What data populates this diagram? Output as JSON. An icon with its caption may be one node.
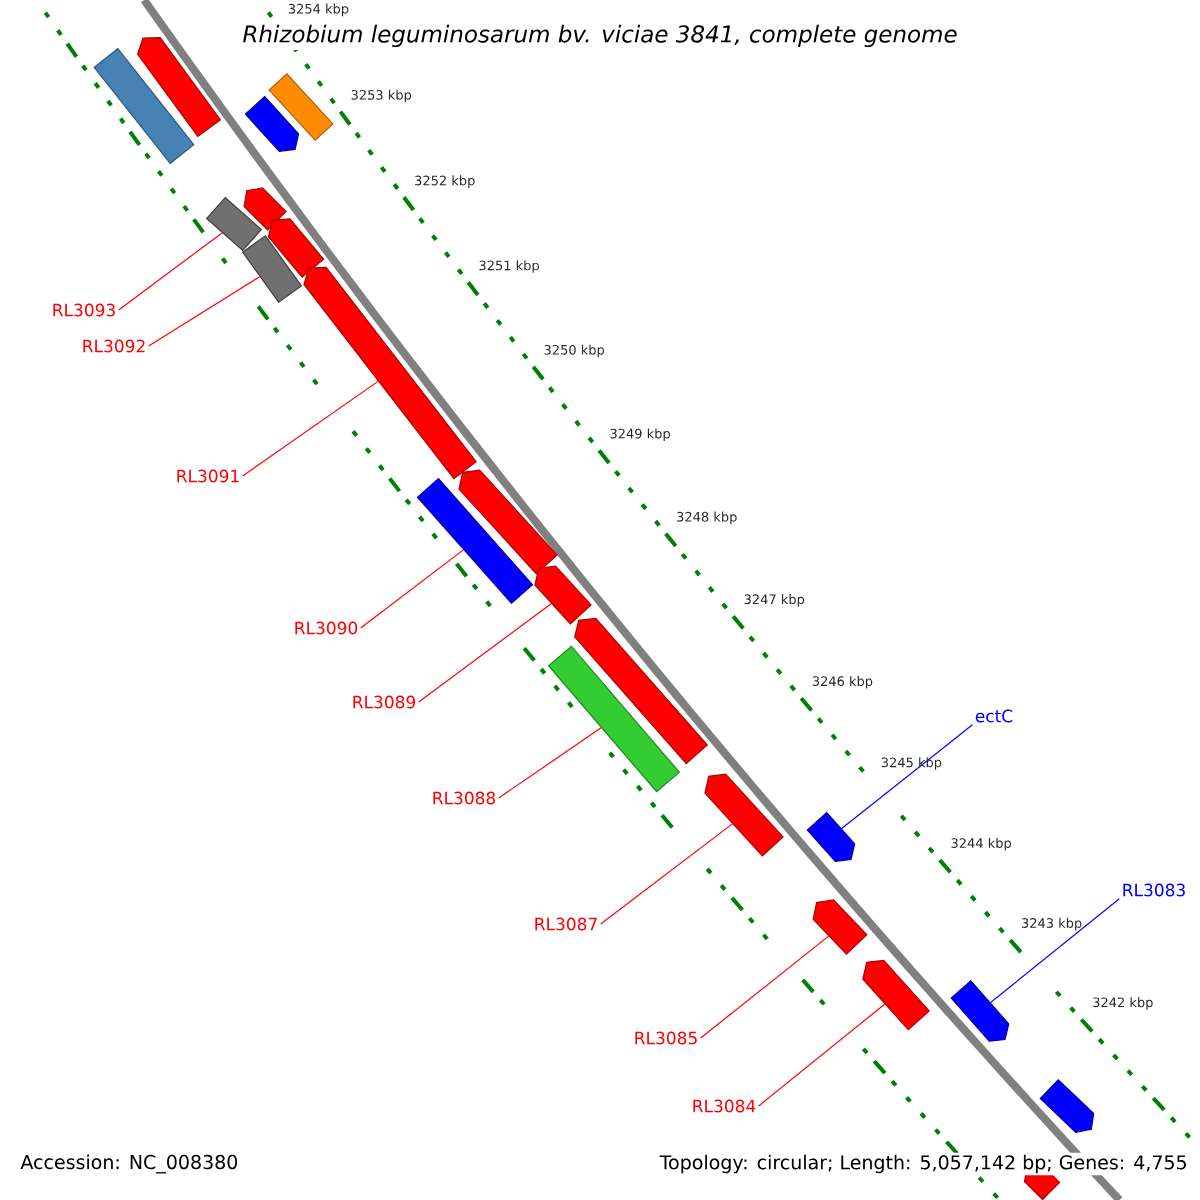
{
  "diagram": {
    "title": "Rhizobium leguminosarum bv. viciae 3841, complete genome",
    "nodes": [
      {
        "text": [],
        "shape": "bar"
      },
      {
        "text": [],
        "shape": "bar"
      },
      {
        "text": [],
        "shape": "bar"
      },
      {
        "text": [],
        "shape": "bar"
      },
      {
        "text": [],
        "shape": "bar"
      },
      {
        "text": [],
        "shape": "bar"
      },
      {
        "text": [],
        "shape": "bar"
      },
      {
        "text": [],
        "shape": "bar"
      },
      {
        "text": [],
        "shape": "bar"
      },
      {
        "text": [],
        "shape": "bar"
      },
      {
        "text": [],
        "shape": "bar"
      },
      {
        "text": [],
        "shape": "bar"
      },
      {
        "text": [],
        "shape": "bar"
      },
      {
        "text": [],
        "shape": "bar"
      },
      {
        "text": [],
        "shape": "bar"
      },
      {
        "text": [],
        "shape": "bar"
      },
      {
        "text": [],
        "shape": "bar"
      },
      {
        "text": [],
        "shape": "bar"
      },
      {
        "text": [],
        "shape": "bar"
      },
      {
        "text": [],
        "shape": "bar"
      },
      {
        "text": [],
        "shape": "bar"
      },
      {
        "text": [
          "RL3093"
        ]
      },
      {
        "text": [
          "RL3092"
        ]
      },
      {
        "text": [
          "RL3091"
        ]
      },
      {
        "text": [
          "RL3090"
        ]
      },
      {
        "text": [
          "RL3089"
        ]
      },
      {
        "text": [
          "ectC"
        ]
      },
      {
        "text": [
          "RL3088"
        ]
      },
      {
        "text": [
          "RL3083"
        ]
      },
      {
        "text": [
          "RL3087"
        ]
      },
      {
        "text": [
          "RL3085"
        ]
      },
      {
        "text": [
          "RL3084"
        ]
      }
    ],
    "edges": [
      {
        "from": 21,
        "to": 5,
        "arrow": "none"
      },
      {
        "from": 22,
        "to": 7,
        "arrow": "none"
      },
      {
        "from": 23,
        "to": 8,
        "arrow": "none"
      },
      {
        "from": 24,
        "to": 9,
        "arrow": "none"
      },
      {
        "from": 25,
        "to": 11,
        "arrow": "none"
      },
      {
        "from": 26,
        "to": 15,
        "arrow": "none",
        "color": "#0000ff"
      },
      {
        "from": 27,
        "to": 12,
        "arrow": "none"
      },
      {
        "from": 28,
        "to": 17,
        "arrow": "none",
        "color": "#0000ff"
      },
      {
        "from": 29,
        "to": 14,
        "arrow": "none"
      },
      {
        "from": 30,
        "to": 16,
        "arrow": "none"
      },
      {
        "from": 31,
        "to": 18,
        "arrow": "none"
      }
    ],
    "labels": [
      "3254 kbp",
      "3253 kbp",
      "3252 kbp",
      "3251 kbp",
      "3250 kbp",
      "3249 kbp",
      "3248 kbp",
      "3247 kbp",
      "3246 kbp",
      "3245 kbp",
      "3244 kbp",
      "3243 kbp",
      "3242 kbp",
      "Accession: NC_008380",
      "Topology: circular; Length: 5,057,142 bp; Genes: 4,755"
    ]
  }
}
